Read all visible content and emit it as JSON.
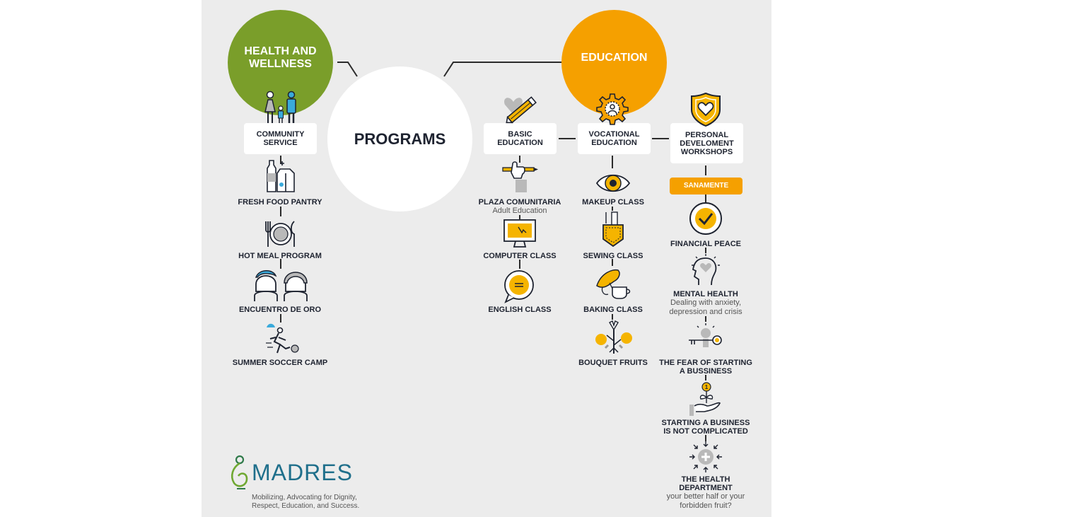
{
  "colors": {
    "panel": "#ececec",
    "health": "#7a9e2a",
    "education": "#f5a000",
    "accent": "#f5b400",
    "dark": "#1e2330",
    "grey": "#9a9a9a",
    "blue": "#3aaadb"
  },
  "center": {
    "label": "PROGRAMS"
  },
  "health": {
    "title": "HEALTH AND\nWELLNESS",
    "community_service": "COMMUNITY\nSERVICE",
    "items": [
      {
        "label": "FRESH FOOD PANTRY",
        "icon": "food-pantry-icon"
      },
      {
        "label": "HOT MEAL PROGRAM",
        "icon": "hot-meal-icon"
      },
      {
        "label": "ENCUENTRO DE ORO",
        "icon": "elders-icon"
      },
      {
        "label": "SUMMER SOCCER CAMP",
        "icon": "soccer-icon"
      }
    ]
  },
  "education": {
    "title": "EDUCATION",
    "basic": {
      "label": "BASIC\nEDUCATION",
      "items": [
        {
          "label": "PLAZA COMUNITARIA",
          "sub": "Adult Education",
          "icon": "writing-hand-icon"
        },
        {
          "label": "COMPUTER CLASS",
          "icon": "computer-icon"
        },
        {
          "label": "ENGLISH CLASS",
          "icon": "speech-bubble-icon"
        }
      ]
    },
    "vocational": {
      "label": "VOCATIONAL\nEDUCATION",
      "items": [
        {
          "label": "MAKEUP CLASS",
          "icon": "eye-icon"
        },
        {
          "label": "SEWING CLASS",
          "icon": "sewing-pocket-icon"
        },
        {
          "label": "BAKING CLASS",
          "icon": "croissant-coffee-icon"
        },
        {
          "label": "BOUQUET FRUITS",
          "icon": "fruit-bouquet-icon"
        }
      ]
    },
    "personal": {
      "label": "PERSONAL\nDEVELOMENT\nWORKSHOPS",
      "badge": "SANAMENTE",
      "items": [
        {
          "label": "FINANCIAL PEACE",
          "icon": "check-badge-icon"
        },
        {
          "label": "MENTAL HEALTH",
          "sub": "Dealing with anxiety,\ndepression and crisis",
          "icon": "head-heart-icon"
        },
        {
          "label": "THE FEAR OF STARTING\nA BUSSINESS",
          "icon": "key-lightbulb-icon"
        },
        {
          "label": "STARTING A BUSINESS\nIS NOT COMPLICATED",
          "icon": "coin-plant-icon"
        },
        {
          "label": "THE HEALTH\nDEPARTMENT",
          "sub": "your better half or your\nforbidden fruit?",
          "icon": "health-cross-icon"
        }
      ]
    }
  },
  "logo": {
    "name": "MADRES",
    "tagline": "Mobilizing, Advocating for Dignity,\nRespect, Education, and Success."
  }
}
